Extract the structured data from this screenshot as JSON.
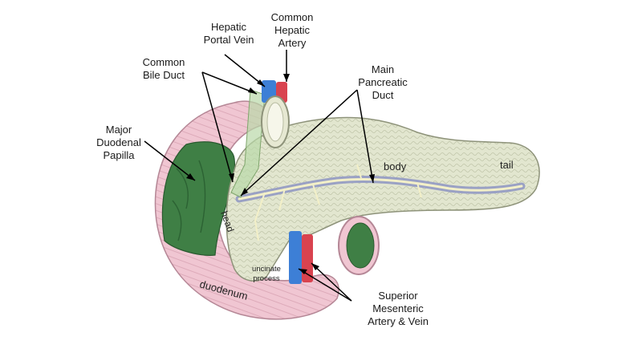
{
  "labels": {
    "hepatic_portal_vein": [
      "Hepatic",
      "Portal Vein"
    ],
    "common_hepatic_artery": [
      "Common",
      "Hepatic",
      "Artery"
    ],
    "common_bile_duct": [
      "Common",
      "Bile Duct"
    ],
    "main_pancreatic_duct": [
      "Main",
      "Pancreatic",
      "Duct"
    ],
    "major_duodenal_papilla": [
      "Major",
      "Duodenal",
      "Papilla"
    ],
    "superior_mesenteric": [
      "Superior",
      "Mesenteric",
      "Artery & Vein"
    ]
  },
  "regions": {
    "body": "body",
    "tail": "tail",
    "head": "head",
    "uncinate": [
      "uncinate",
      "process"
    ],
    "duodenum": "duodenum"
  },
  "colors": {
    "duodenum": "#f0c6d2",
    "duodenum_edge": "#b58796",
    "pancreas": "#e2e6cf",
    "pancreas_edge": "#8e937a",
    "mucosa": "#3f7f45",
    "vein": "#3d7fd6",
    "artery": "#d9434f",
    "bile_duct": "#b9d9a8",
    "duct": "#f3f0c8"
  }
}
